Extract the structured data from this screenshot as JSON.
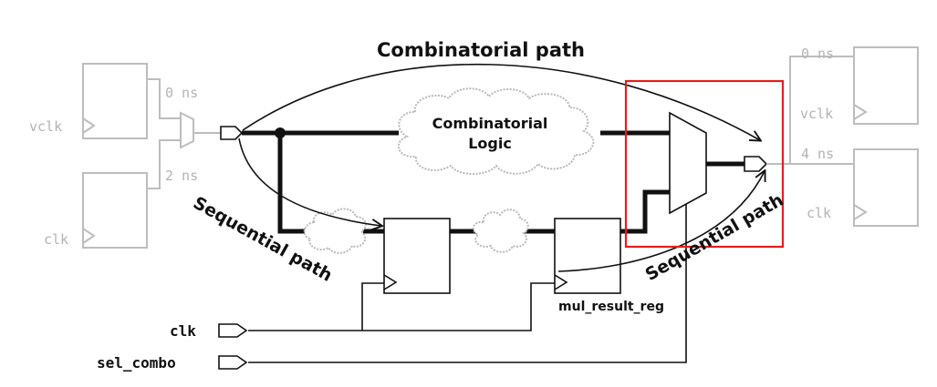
{
  "labels": {
    "combinatorial_path": "Combinatorial path",
    "combinatorial_logic_line1": "Combinatorial",
    "combinatorial_logic_line2": "Logic",
    "sequential_path_left": "Sequential path",
    "sequential_path_right": "Sequential path",
    "mul_result_reg": "mul_result_reg"
  },
  "inputs": {
    "vclk": "vclk",
    "clk": "clk",
    "delay_vclk": "0 ns",
    "delay_clk": "2 ns"
  },
  "outputs": {
    "vclk": "vclk",
    "clk": "clk",
    "delay_vclk": "0 ns",
    "delay_clk": "4 ns"
  },
  "ports": {
    "clk": "clk",
    "sel_combo": "sel_combo"
  },
  "colors": {
    "highlight": "#e0201b",
    "wire": "#111111",
    "external": "#bdbdbd",
    "cloud": "#b8b8b8"
  }
}
